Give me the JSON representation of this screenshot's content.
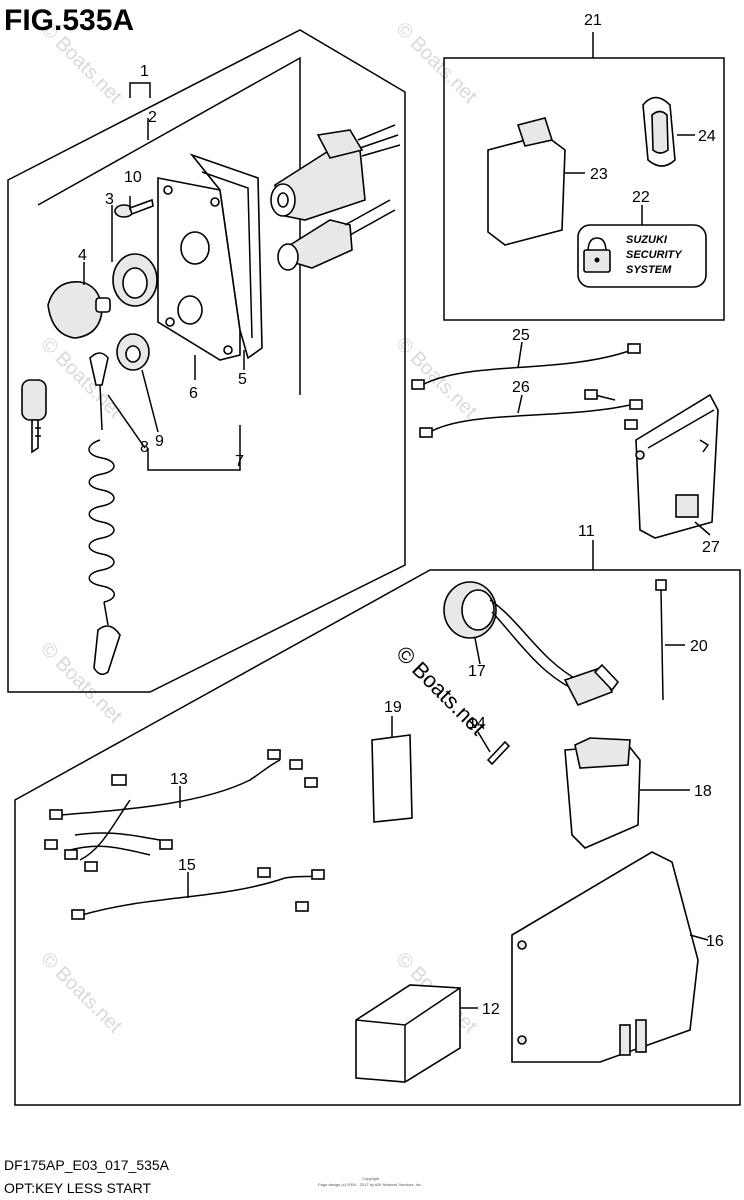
{
  "figure": {
    "title": "FIG.535A",
    "model_code": "DF175AP_E03_017_535A",
    "subtitle": "OPT:KEY LESS START",
    "copyright_line1": "Copyright",
    "copyright_line2": "Page design (c) 2004 - 2017 by ARI Network Services, Inc."
  },
  "watermark": {
    "text": "© Boats.net"
  },
  "security_label": {
    "line1": "SUZUKI",
    "line2": "SECURITY",
    "line3": "SYSTEM"
  },
  "callouts": {
    "c1": "1",
    "c2": "2",
    "c3": "3",
    "c4": "4",
    "c5": "5",
    "c6": "6",
    "c7": "7",
    "c8": "8",
    "c9": "9",
    "c10": "10",
    "c11": "11",
    "c12": "12",
    "c13": "13",
    "c14": "14",
    "c15": "15",
    "c16": "16",
    "c17": "17",
    "c18": "18",
    "c19": "19",
    "c20": "20",
    "c21": "21",
    "c22": "22",
    "c23": "23",
    "c24": "24",
    "c25": "25",
    "c26": "26",
    "c27": "27"
  },
  "icons": {
    "key": "key-icon",
    "padlock": "padlock-icon",
    "ignition_switch": "ignition-switch-icon",
    "lanyard": "lanyard-cord-icon",
    "ecu": "control-unit-icon"
  }
}
